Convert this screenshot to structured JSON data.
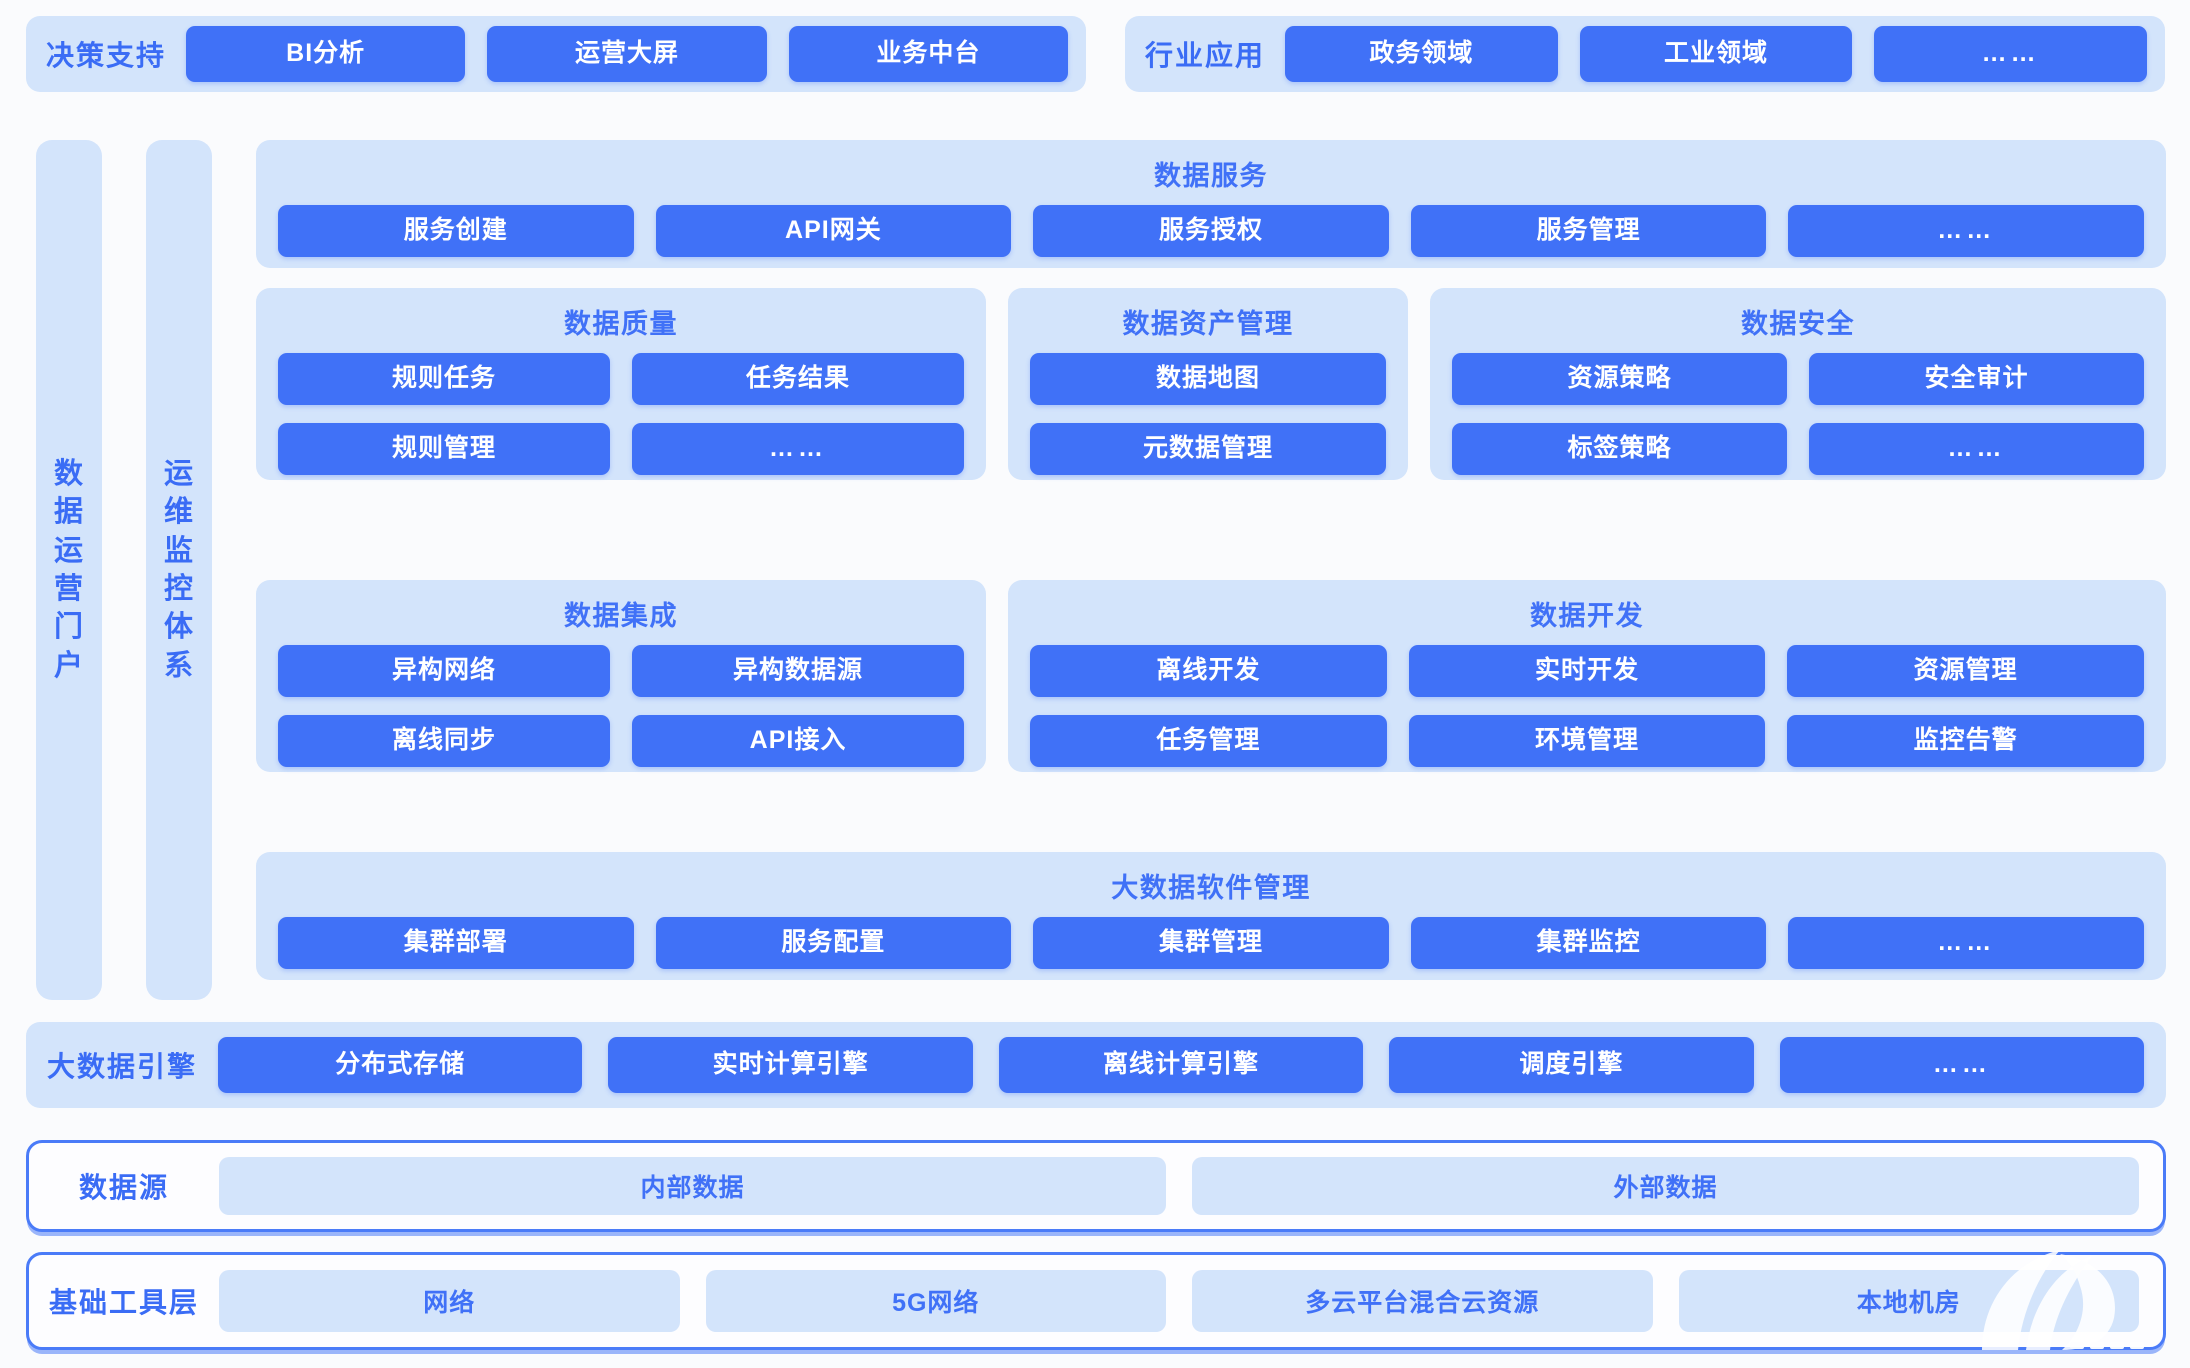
{
  "theme": {
    "page_bg": "#fafbfd",
    "accent_blue": "#4071f7",
    "tile_blue": "#4071f7",
    "band_light": "#d3e4fb",
    "frame_border": "#4a7bf8",
    "label_blue": "#3a6cf5",
    "tile_text": "#ffffff"
  },
  "top_row": {
    "decision": {
      "label": "决策支持",
      "tiles": [
        "BI分析",
        "运营大屏",
        "业务中台"
      ]
    },
    "industry": {
      "label": "行业应用",
      "tiles": [
        "政务领域",
        "工业领域",
        "……"
      ]
    }
  },
  "rails": [
    {
      "label": "数据运营门户"
    },
    {
      "label": "运维监控体系"
    }
  ],
  "data_service": {
    "title": "数据服务",
    "tiles": [
      "服务创建",
      "API网关",
      "服务授权",
      "服务管理",
      "……"
    ]
  },
  "governance_row": [
    {
      "title": "数据质量",
      "columns": 2,
      "tiles": [
        "规则任务",
        "任务结果",
        "规则管理",
        "……"
      ]
    },
    {
      "title": "数据资产管理",
      "columns": 1,
      "tiles": [
        "数据地图",
        "元数据管理"
      ]
    },
    {
      "title": "数据安全",
      "columns": 2,
      "tiles": [
        "资源策略",
        "安全审计",
        "标签策略",
        "……"
      ]
    }
  ],
  "build_row": [
    {
      "title": "数据集成",
      "columns": 2,
      "tiles": [
        "异构网络",
        "异构数据源",
        "离线同步",
        "API接入"
      ]
    },
    {
      "title": "数据开发",
      "columns": 3,
      "tiles": [
        "离线开发",
        "实时开发",
        "资源管理",
        "任务管理",
        "环境管理",
        "监控告警"
      ]
    }
  ],
  "software_mgmt": {
    "title": "大数据软件管理",
    "tiles": [
      "集群部署",
      "服务配置",
      "集群管理",
      "集群监控",
      "……"
    ]
  },
  "engine_row": {
    "label": "大数据引擎",
    "tiles": [
      "分布式存储",
      "实时计算引擎",
      "离线计算引擎",
      "调度引擎",
      "……"
    ]
  },
  "datasource_row": {
    "label": "数据源",
    "tiles": [
      "内部数据",
      "外部数据"
    ]
  },
  "infra_row": {
    "label": "基础工具层",
    "tiles": [
      "网络",
      "5G网络",
      "多云平台混合云资源",
      "本地机房"
    ]
  },
  "watermark": {
    "name": "company-logo-watermark"
  }
}
